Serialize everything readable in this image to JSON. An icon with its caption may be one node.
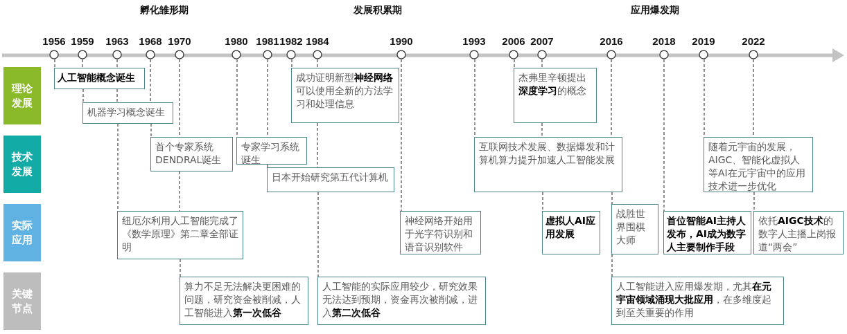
{
  "diagram": {
    "nodes": [
      {
        "text": [
          "理论发展"
        ]
      },
      {
        "text": [
          "技术发展"
        ]
      },
      {
        "text": [
          "实际应用"
        ]
      },
      {
        "text": [
          "关键节点"
        ]
      },
      {
        "text": [
          "1956"
        ]
      },
      {
        "text": [
          "1959"
        ]
      },
      {
        "text": [
          "1963"
        ]
      },
      {
        "text": [
          "1968"
        ]
      },
      {
        "text": [
          "1970"
        ]
      },
      {
        "text": [
          "1980"
        ]
      },
      {
        "text": [
          "1981"
        ]
      },
      {
        "text": [
          "1982"
        ]
      },
      {
        "text": [
          "1984"
        ]
      },
      {
        "text": [
          "1990"
        ]
      },
      {
        "text": [
          "1993"
        ]
      },
      {
        "text": [
          "2006"
        ]
      },
      {
        "text": [
          "2007"
        ]
      },
      {
        "text": [
          "2016"
        ]
      },
      {
        "text": [
          "2018"
        ]
      },
      {
        "text": [
          "2019"
        ]
      },
      {
        "text": [
          "2022"
        ]
      },
      {
        "text": [
          "人工智能概念诞生"
        ]
      },
      {
        "text": [
          "机器学习概念诞生"
        ]
      },
      {
        "text": [
          "首个专家系统DENDRAL诞生"
        ]
      },
      {
        "text": [
          "专家学习系统诞生"
        ]
      },
      {
        "text": [
          "日本开始研究第五代计算机"
        ]
      },
      {
        "text": [
          "纽厄尔利用人工智能完成了《数学原理》第二章全部证明"
        ]
      },
      {
        "text": [
          "算力不足无法解决更困难的问题，研究资金被削减，人工智能进入**第一次低谷**"
        ]
      },
      {
        "text": [
          "成功证明新型**神经网络**可以使用全新的方法学习和处理信息"
        ]
      },
      {
        "text": [
          "人工智能的实际应用较少，研究效果无法达到预期，资金再次被削减，进入**第二次低谷**"
        ]
      },
      {
        "text": [
          "神经网络开始用于光字符识别和语音识别软件"
        ]
      },
      {
        "text": [
          "杰弗里辛顿提出**深度学习**的概念"
        ]
      },
      {
        "text": [
          "互联网技术发展、数据爆发和计算机算力提升加速人工智能发展"
        ]
      },
      {
        "text": [
          "虚拟人AI应用发展"
        ]
      },
      {
        "text": [
          "战胜世界围棋大师"
        ]
      },
      {
        "text": [
          "人工智能进入应用爆发期，尤其**在元宇宙领域涌现大批应用**，在多维度起到至关重要的作用"
        ]
      },
      {
        "text": [
          "首位智能AI主持人发布，AI成为数字人主要制作手段"
        ]
      },
      {
        "text": [
          "随着元宇宙的发展，AIGC、智能化虚拟人等AI在元宇宙中的应用技术进一步优化"
        ]
      },
      {
        "text": [
          "依托**AIGC技术**的数字人主播上岗报道“两会”"
        ]
      }
    ],
    "edges": [
      {
        "from": 4,
        "to": 21,
        "arrow": "none",
        "style": "dashed"
      },
      {
        "from": 5,
        "to": 21,
        "arrow": "none",
        "style": "dashed"
      },
      {
        "from": 21,
        "to": 22,
        "arrow": "none",
        "style": "dashed"
      },
      {
        "from": 6,
        "to": 21,
        "arrow": "none",
        "style": "dashed"
      },
      {
        "from": 21,
        "to": 22,
        "arrow": "none",
        "style": "dashed"
      },
      {
        "from": 22,
        "to": 26,
        "arrow": "none",
        "style": "dashed"
      },
      {
        "from": 7,
        "to": 22,
        "arrow": "none",
        "style": "dashed"
      },
      {
        "from": 22,
        "to": 23,
        "arrow": "none",
        "style": "dashed"
      },
      {
        "from": 8,
        "to": 23,
        "arrow": "none",
        "style": "dashed"
      },
      {
        "from": 23,
        "to": 26,
        "arrow": "none",
        "style": "dashed"
      },
      {
        "from": 26,
        "to": 27,
        "arrow": "none",
        "style": "dashed"
      },
      {
        "from": 9,
        "to": 24,
        "arrow": "none",
        "style": "dashed"
      },
      {
        "from": 10,
        "to": 24,
        "arrow": "none",
        "style": "dashed"
      },
      {
        "from": 24,
        "to": 25,
        "arrow": "none",
        "style": "dashed"
      },
      {
        "from": 11,
        "to": 28,
        "arrow": "none",
        "style": "dashed"
      },
      {
        "from": 12,
        "to": 28,
        "arrow": "none",
        "style": "dashed"
      },
      {
        "from": 28,
        "to": 25,
        "arrow": "none",
        "style": "dashed"
      },
      {
        "from": 25,
        "to": 29,
        "arrow": "none",
        "style": "dashed"
      },
      {
        "from": 13,
        "to": 30,
        "arrow": "none",
        "style": "dashed"
      },
      {
        "from": 14,
        "to": 32,
        "arrow": "none",
        "style": "dashed"
      },
      {
        "from": 15,
        "to": 31,
        "arrow": "none",
        "style": "dashed"
      },
      {
        "from": 16,
        "to": 31,
        "arrow": "none",
        "style": "dashed"
      },
      {
        "from": 31,
        "to": 32,
        "arrow": "none",
        "style": "dashed"
      },
      {
        "from": 32,
        "to": 33,
        "arrow": "none",
        "style": "dashed"
      },
      {
        "from": 17,
        "to": 32,
        "arrow": "none",
        "style": "dashed"
      },
      {
        "from": 32,
        "to": 34,
        "arrow": "none",
        "style": "dashed"
      },
      {
        "from": 34,
        "to": 35,
        "arrow": "none",
        "style": "dashed"
      },
      {
        "from": 18,
        "to": 36,
        "arrow": "none",
        "style": "dashed"
      },
      {
        "from": 19,
        "to": 37,
        "arrow": "none",
        "style": "dashed"
      },
      {
        "from": 20,
        "to": 37,
        "arrow": "none",
        "style": "dashed"
      },
      {
        "from": 37,
        "to": 38,
        "arrow": "none",
        "style": "dashed"
      }
    ],
    "labels": [
      "孵化雏形期",
      "发展积累期",
      "应用爆发期"
    ]
  }
}
